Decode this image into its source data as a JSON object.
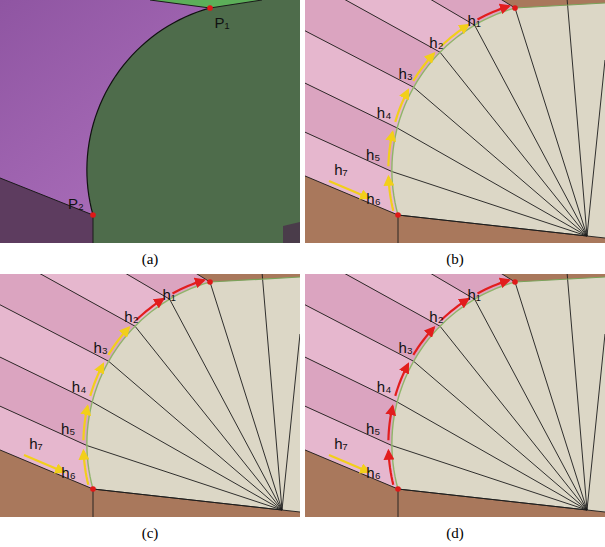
{
  "diagram": {
    "labels": [
      "P₁",
      "P₂",
      "h₁",
      "h₂",
      "h₃",
      "h₄",
      "h₅",
      "h₆",
      "h₇",
      "h₁",
      "h₂",
      "h₃",
      "h₄",
      "h₅",
      "h₆",
      "h₇",
      "h₁",
      "h₂",
      "h₃",
      "h₄",
      "h₅",
      "h₆",
      "h₇",
      "(a)",
      "(b)",
      "(c)",
      "(d)"
    ]
  }
}
